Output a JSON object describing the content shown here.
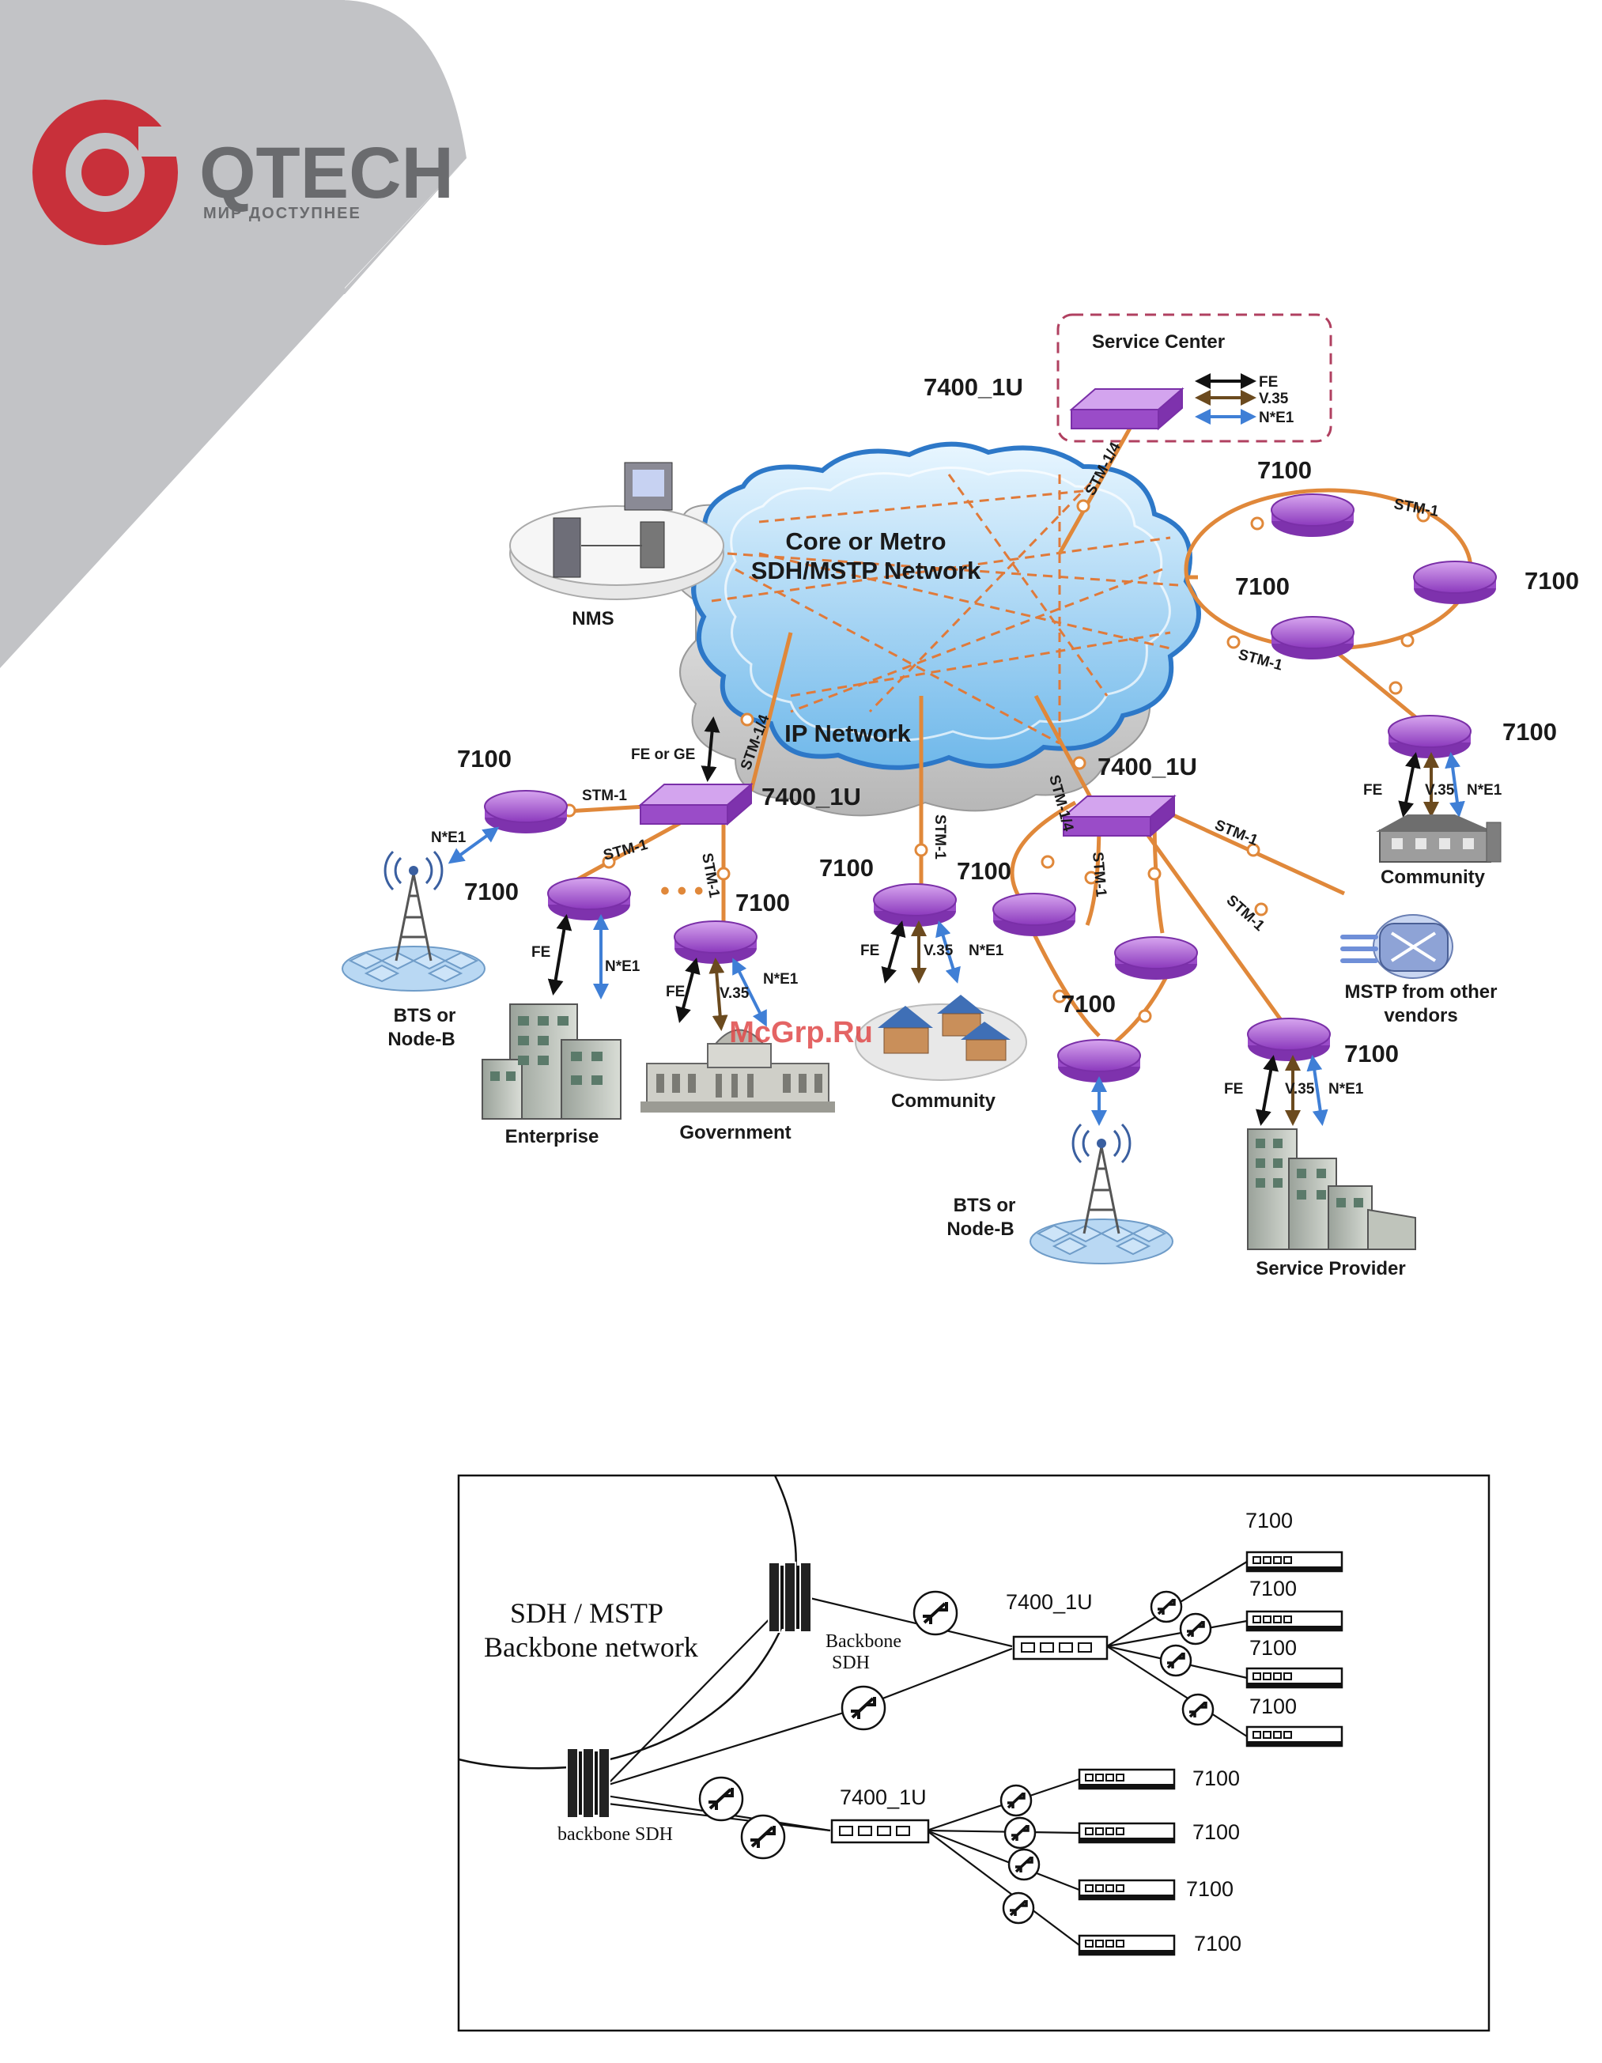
{
  "brand": {
    "name": "QTECH",
    "tagline": "МИР ДОСТУПНЕЕ",
    "primary_color": "#c8303a",
    "panel_color": "#c2c3c6"
  },
  "watermark": "McGrp.Ru",
  "diagram1": {
    "cloud_core_line1": "Core or Metro",
    "cloud_core_line2": "SDH/MSTP Network",
    "ip_network": "IP Network",
    "service_center": "Service Center",
    "legend": [
      "FE",
      "V.35",
      "N*E1"
    ],
    "nms": "NMS",
    "device_7400": "7400_1U",
    "device_7100": "7100",
    "stm1": "STM-1",
    "stm14": "STM-1/4",
    "fe_or_ge": "FE or GE",
    "fe": "FE",
    "v35": "V.35",
    "ne1": "N*E1",
    "bts_line1": "BTS or",
    "bts_line2": "Node-B",
    "enterprise": "Enterprise",
    "government": "Government",
    "community": "Community",
    "mstp_line1": "MSTP from other",
    "mstp_line2": "vendors",
    "service_provider": "Service Provider"
  },
  "diagram2": {
    "title_line1": "SDH / MSTP",
    "title_line2": "Backbone network",
    "backbone_sdh_line1": "Backbone",
    "backbone_sdh_line2": "SDH",
    "backbone_sdh_lower": "backbone SDH",
    "device_7400": "7400_1U",
    "device_7100": "7100"
  }
}
